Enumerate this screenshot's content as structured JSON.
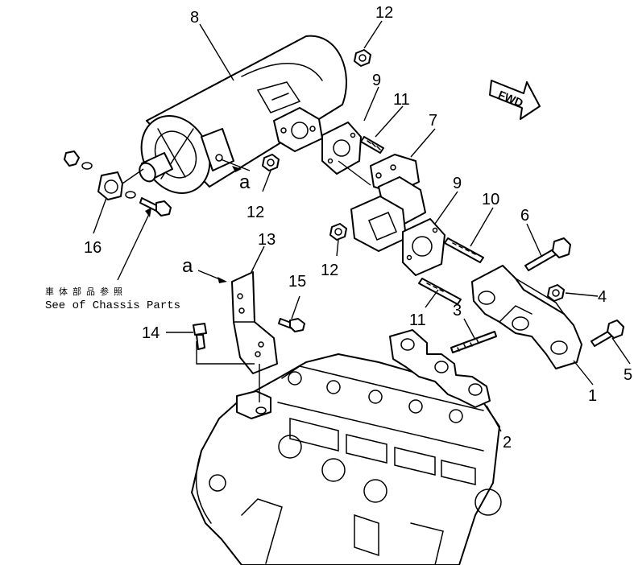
{
  "callouts": {
    "c1": "1",
    "c2": "2",
    "c3": "3",
    "c4": "4",
    "c5": "5",
    "c6": "6",
    "c7": "7",
    "c8": "8",
    "c9a": "9",
    "c9b": "9",
    "c10": "10",
    "c11a": "11",
    "c11b": "11",
    "c12a": "12",
    "c12b": "12",
    "c12c": "12",
    "c13": "13",
    "c14": "14",
    "c15": "15",
    "c16": "16"
  },
  "refs": {
    "a1": "a",
    "a2": "a"
  },
  "note": {
    "japanese": "車体部品参照",
    "english": "See of Chassis Parts"
  },
  "fwd": "FWD"
}
